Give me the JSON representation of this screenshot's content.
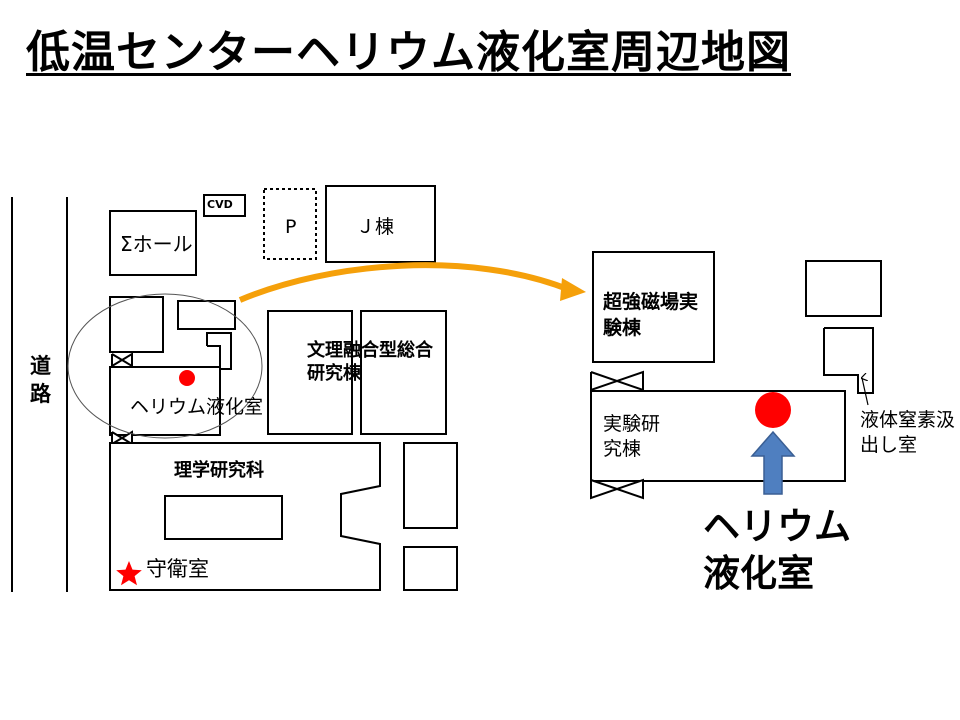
{
  "title": "低温センターヘリウム液化室周辺地図",
  "labels": {
    "road": "道路",
    "cvd": "CVD",
    "p": "P",
    "j_building": "Ｊ棟",
    "sigma_hall": "Σホール",
    "helium_room_small": "ヘリウム液化室",
    "bunri": "文理融合型総合研究棟",
    "science": "理学研究科",
    "guard": "守衛室",
    "magnet": "超強磁場実験棟",
    "lab": "実験研究棟",
    "nitrogen": "液体窒素汲出し室",
    "helium_room_big": "ヘリウム液化室"
  },
  "colors": {
    "line": "#000000",
    "highlight_dot": "#ff0000",
    "guard_star": "#ff0000",
    "orange_arrow": "#f5a00a",
    "blue_arrow": "#4f7fc0",
    "blue_arrow_stroke": "#3a5f94",
    "circle": "#555555"
  },
  "icons": {
    "helium_marker": "red-dot",
    "guard_marker": "red-star",
    "pointer": "arrow"
  }
}
